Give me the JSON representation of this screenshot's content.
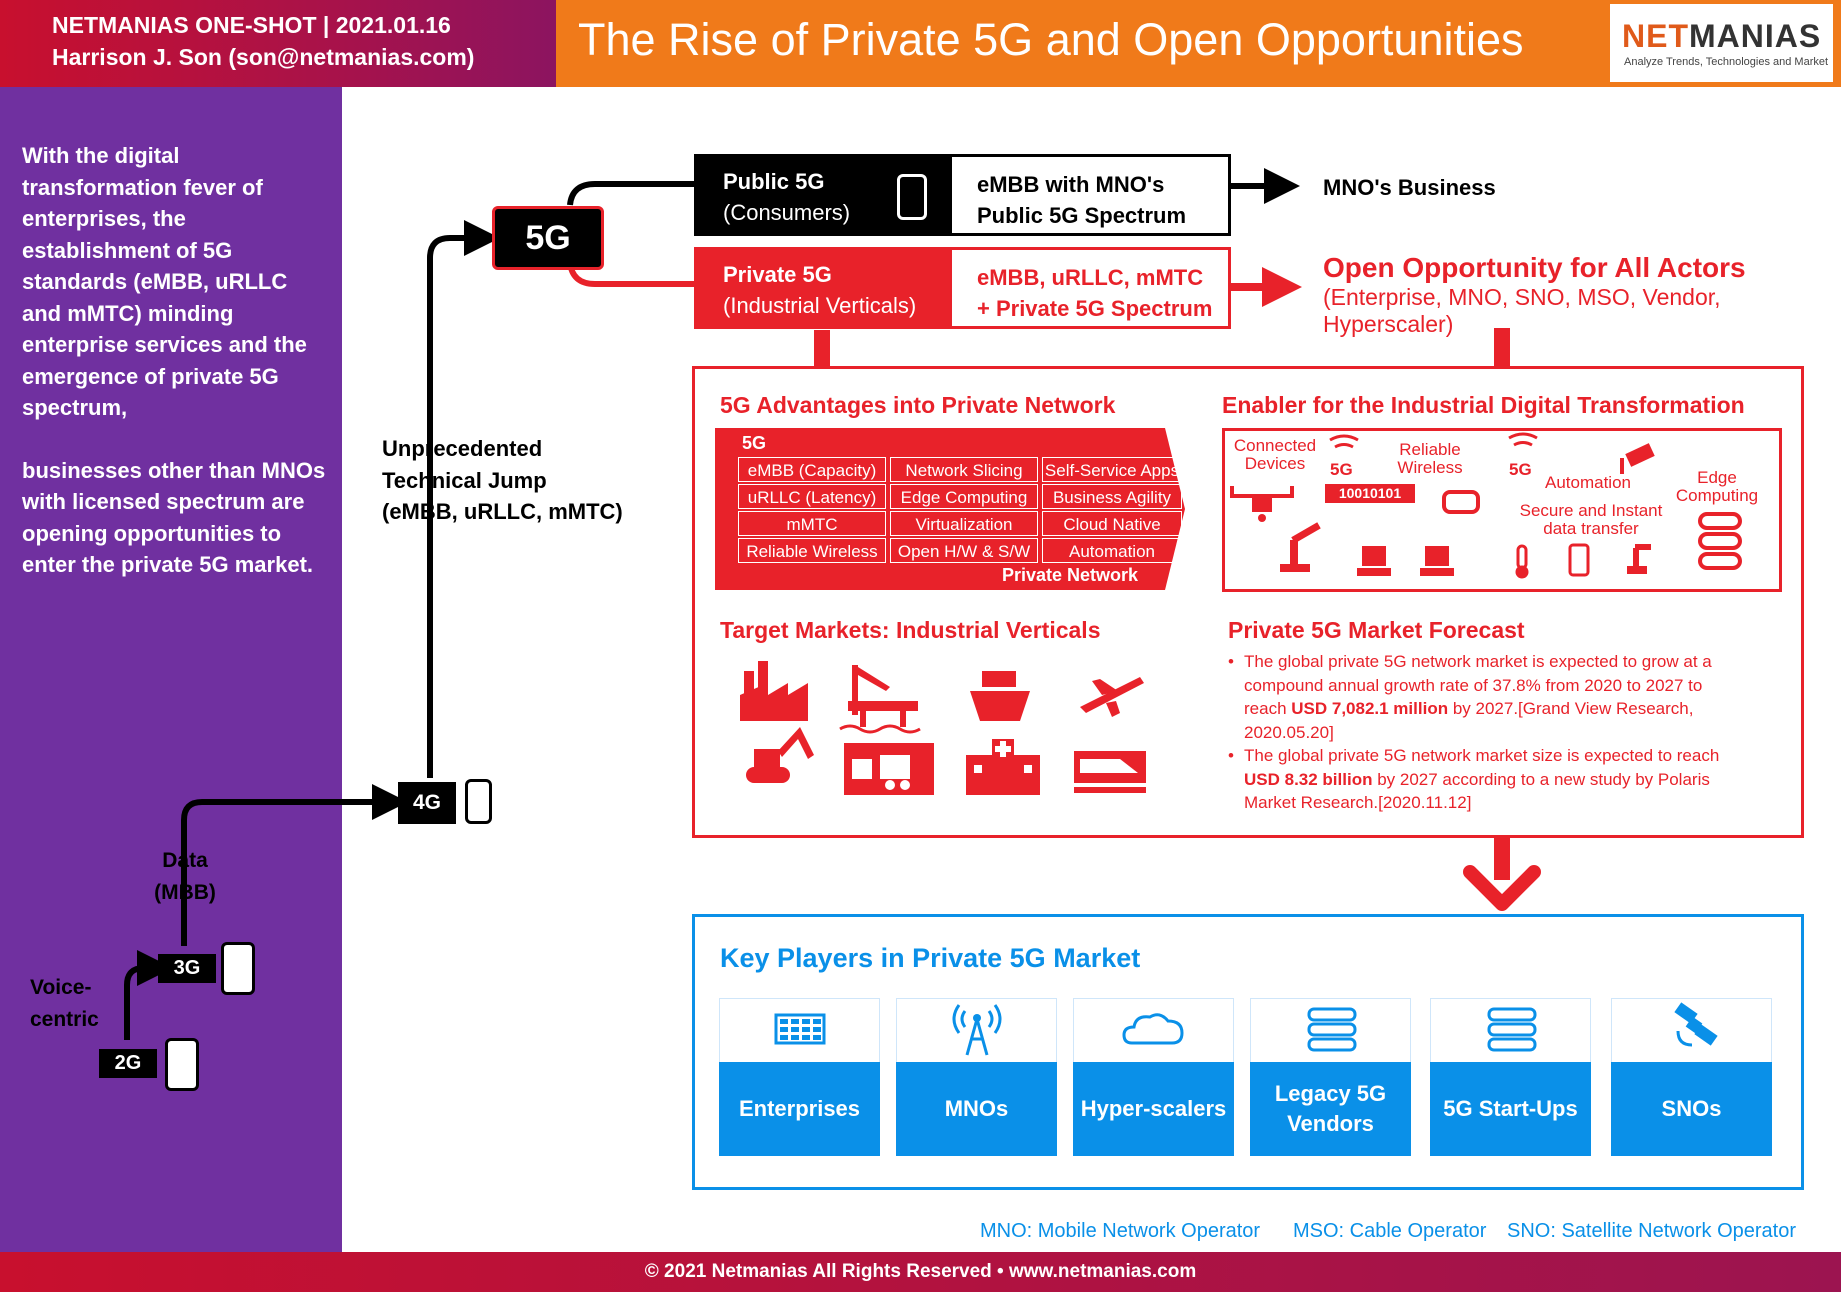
{
  "header": {
    "line1": "NETMANIAS ONE-SHOT  |  2021.01.16",
    "line2": "Harrison J. Son (son@netmanias.com)",
    "title": "The Rise of Private 5G and Open Opportunities",
    "logo_net": "NET",
    "logo_manias": "MANIAS",
    "logo_tagline": "Analyze Trends, Technologies and Market"
  },
  "sidebar": {
    "para1": "With the digital transformation fever of enterprises, the establishment of 5G standards (eMBB, uRLLC and mMTC) minding enterprise services and the emergence of private 5G spectrum,",
    "para2": "businesses other than MNOs with licensed spectrum are opening opportunities to enter the private 5G market."
  },
  "evolution": {
    "g2": "2G",
    "g3": "3G",
    "g4": "4G",
    "g5": "5G",
    "voice_1": "Voice-",
    "voice_2": "centric",
    "data_1": "Data",
    "data_2": "(MBB)",
    "jump_1": "Unprecedented",
    "jump_2": "Technical Jump",
    "jump_3": "(eMBB, uRLLC, mMTC)"
  },
  "public5g": {
    "title": "Public 5G",
    "sub": "(Consumers)",
    "desc_1": "eMBB with MNO's",
    "desc_2": "Public 5G Spectrum",
    "result": "MNO's Business"
  },
  "private5g": {
    "title": "Private 5G",
    "sub": "(Industrial Verticals)",
    "desc_1": "eMBB, uRLLC, mMTC",
    "desc_2": "+ Private 5G Spectrum",
    "result_title": "Open Opportunity for All Actors",
    "result_sub_1": "(Enterprise, MNO, SNO, MSO, Vendor,",
    "result_sub_2": "Hyperscaler)"
  },
  "advantages": {
    "title": "5G Advantages into Private Network",
    "label_5g": "5G",
    "label_pn": "Private Network",
    "col1": [
      "eMBB (Capacity)",
      "uRLLC (Latency)",
      "mMTC",
      "Reliable Wireless"
    ],
    "col2": [
      "Network Slicing",
      "Edge Computing",
      "Virtualization",
      "Open H/W & S/W"
    ],
    "col3": [
      "Self-Service Apps",
      "Business Agility",
      "Cloud Native",
      "Automation"
    ]
  },
  "enabler": {
    "title": "Enabler for the Industrial Digital Transformation",
    "connected_1": "Connected",
    "connected_2": "Devices",
    "g5a": "5G",
    "binary": "10010101",
    "reliable_1": "Reliable",
    "reliable_2": "Wireless",
    "g5b": "5G",
    "automation": "Automation",
    "secure_1": "Secure and Instant",
    "secure_2": "data transfer",
    "edge_1": "Edge",
    "edge_2": "Computing"
  },
  "targets": {
    "title": "Target Markets: Industrial Verticals",
    "icons": [
      "factory-icon",
      "oil-rig-icon",
      "ship-icon",
      "airplane-icon",
      "excavator-icon",
      "logistics-truck-icon",
      "hospital-icon",
      "train-icon"
    ]
  },
  "forecast": {
    "title": "Private 5G Market Forecast",
    "b1_a": "The global private 5G network market is expected to grow at a",
    "b1_b": "compound annual growth rate of 37.8% from 2020 to 2027 to",
    "b1_c_pre": "reach ",
    "b1_c_bold": "USD 7,082.1 million",
    "b1_c_post": " by 2027.[Grand View Research,",
    "b1_d": "2020.05.20]",
    "b2_a": "The global private 5G network market size is expected to reach",
    "b2_b_bold": "USD 8.32 billion",
    "b2_b_post": " by 2027 according to a new study by Polaris",
    "b2_c": "Market Research.[2020.11.12]"
  },
  "players": {
    "title": "Key Players in Private 5G Market",
    "items": [
      {
        "label": "Enterprises",
        "icon": "building-icon"
      },
      {
        "label": "MNOs",
        "icon": "cell-tower-icon"
      },
      {
        "label": "Hyper-scalers",
        "icon": "cloud-icon"
      },
      {
        "label_1": "Legacy 5G",
        "label_2": "Vendors",
        "icon": "server-stack-icon"
      },
      {
        "label": "5G Start-Ups",
        "icon": "server-stack-icon"
      },
      {
        "label": "SNOs",
        "icon": "satellite-icon"
      }
    ]
  },
  "abbrev": {
    "mno": "MNO: Mobile Network Operator",
    "mso": "MSO: Cable Operator",
    "sno": "SNO: Satellite Network Operator"
  },
  "footer": {
    "text": "© 2021 Netmanias All Rights Reserved • www.netmanias.com"
  },
  "colors": {
    "red": "#e8222a",
    "purple": "#7030a0",
    "orange": "#f07a1a",
    "blue": "#0a90e8"
  }
}
